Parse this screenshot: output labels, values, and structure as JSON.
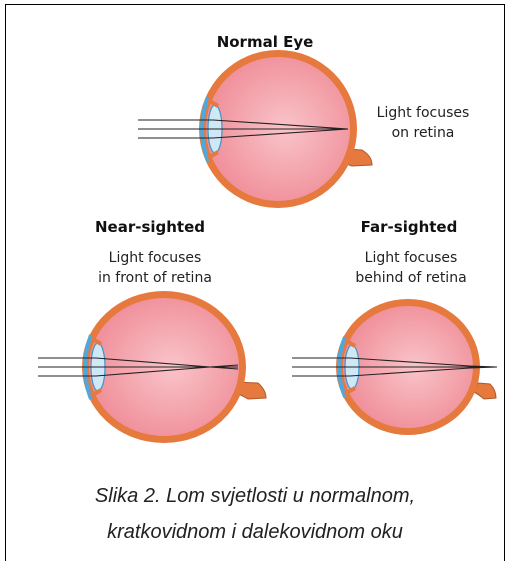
{
  "figure": {
    "normal": {
      "title": "Normal Eye",
      "note_line1": "Light focuses",
      "note_line2": "on retina"
    },
    "near": {
      "title": "Near-sighted",
      "note_line1": "Light focuses",
      "note_line2": "in front of retina"
    },
    "far": {
      "title": "Far-sighted",
      "note_line1": "Light focuses",
      "note_line2": "behind of retina"
    },
    "caption_line1": "Slika 2. Lom svjetlosti u normalnom,",
    "caption_line2": "kratkovidnom i dalekovidnom oku"
  },
  "colors": {
    "sclera": "#e5793e",
    "interior": "#f5a9b0",
    "lens": "#cfe8f5",
    "cornea": "#4da9dd",
    "ray": "#222222"
  }
}
